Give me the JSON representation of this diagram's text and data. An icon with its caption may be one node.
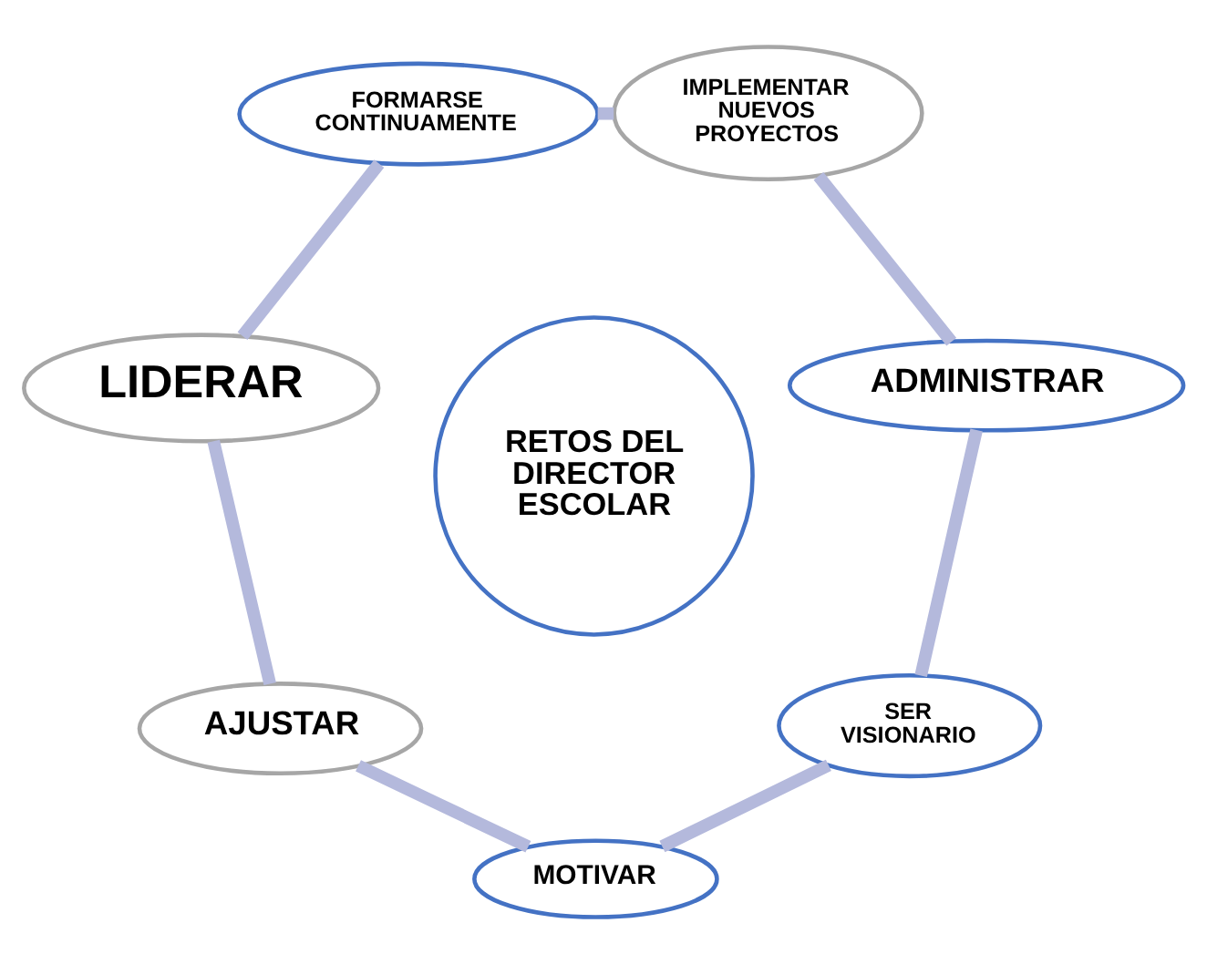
{
  "diagram": {
    "nodes": [
      {
        "text": [
          "LIDERAR"
        ]
      },
      {
        "text": [
          "FORMARSE CONTINUAMENTE"
        ]
      },
      {
        "text": [
          "AJUSTAR"
        ]
      },
      {
        "text": [
          "RETOS DEL DIRECTOR ESCOLAR"
        ]
      },
      {
        "text": [
          "MOTIVAR"
        ]
      },
      {
        "text": [
          "IMPLEMENTAR NUEVOS PROYECTOS"
        ]
      },
      {
        "text": [
          "SER VISIONARIO"
        ]
      },
      {
        "text": [
          "ADMINISTRAR"
        ]
      }
    ],
    "edges": [
      {
        "from": 0,
        "to": 2,
        "arrow": "none"
      },
      {
        "from": 2,
        "to": 4,
        "arrow": "none"
      },
      {
        "from": 4,
        "to": 6,
        "arrow": "none"
      },
      {
        "from": 6,
        "to": 7,
        "arrow": "none"
      },
      {
        "from": 7,
        "to": 5,
        "arrow": "none"
      },
      {
        "from": 5,
        "to": 1,
        "arrow": "none"
      },
      {
        "from": 1,
        "to": 0,
        "arrow": "none"
      }
    ]
  }
}
